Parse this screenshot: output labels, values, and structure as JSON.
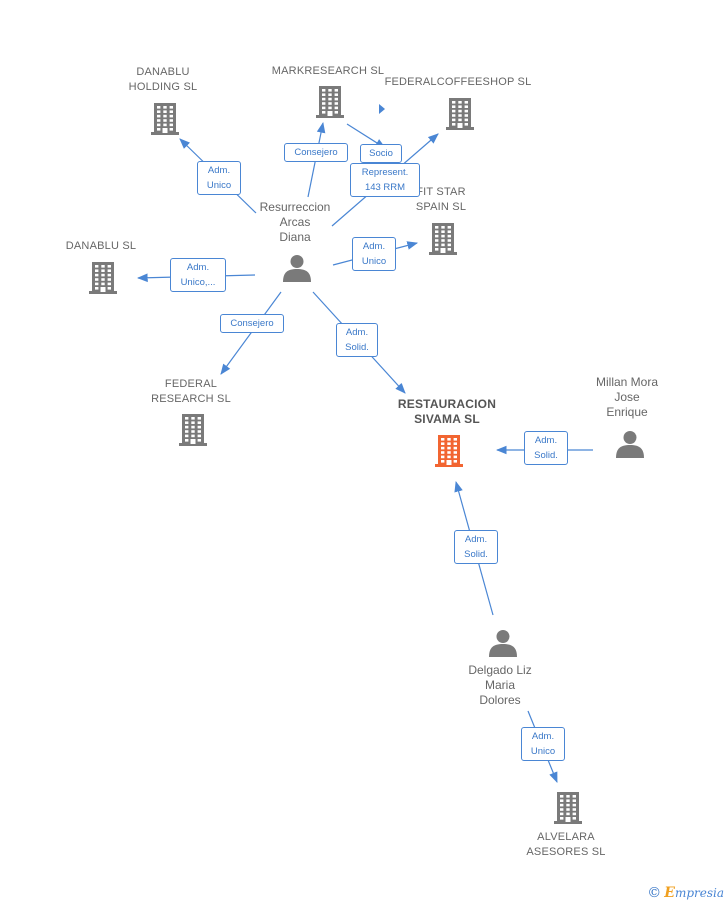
{
  "companies": [
    {
      "id": "danablu_holding",
      "label": "DANABLU\nHOLDING SL",
      "main": false
    },
    {
      "id": "markresearch",
      "label": "MARKRESEARCH SL",
      "main": false
    },
    {
      "id": "federalcoffeeshop",
      "label": "FEDERALCOFFEESHOP SL",
      "main": false
    },
    {
      "id": "fit_star",
      "label": "FIT STAR\nSPAIN SL",
      "main": false
    },
    {
      "id": "danablu",
      "label": "DANABLU SL",
      "main": false
    },
    {
      "id": "federal_research",
      "label": "FEDERAL\nRESEARCH SL",
      "main": false
    },
    {
      "id": "restauracion",
      "label": "RESTAURACION\nSIVAMA SL",
      "main": true
    },
    {
      "id": "alvelara",
      "label": "ALVELARA\nASESORES SL",
      "main": false
    }
  ],
  "persons": [
    {
      "id": "resurreccion",
      "label": "Resurreccion\nArcas\nDiana"
    },
    {
      "id": "millan",
      "label": "Millan Mora\nJose\nEnrique"
    },
    {
      "id": "delgado",
      "label": "Delgado Liz\nMaria\nDolores"
    }
  ],
  "relations": [
    {
      "from": "resurreccion",
      "to": "danablu_holding",
      "label": "Adm.\nUnico"
    },
    {
      "from": "resurreccion",
      "to": "markresearch",
      "label": "Consejero"
    },
    {
      "from": "resurreccion",
      "to": "federalcoffeeshop",
      "label": "Represent.\n143 RRM"
    },
    {
      "from": "markresearch",
      "to": "federalcoffeeshop",
      "label": "Socio"
    },
    {
      "from": "resurreccion",
      "to": "fit_star",
      "label": "Adm.\nUnico"
    },
    {
      "from": "resurreccion",
      "to": "danablu",
      "label": "Adm.\nUnico,..."
    },
    {
      "from": "resurreccion",
      "to": "federal_research",
      "label": "Consejero"
    },
    {
      "from": "resurreccion",
      "to": "restauracion",
      "label": "Adm.\nSolid."
    },
    {
      "from": "millan",
      "to": "restauracion",
      "label": "Adm.\nSolid."
    },
    {
      "from": "delgado",
      "to": "restauracion",
      "label": "Adm.\nSolid."
    },
    {
      "from": "delgado",
      "to": "alvelara",
      "label": "Adm.\nUnico"
    }
  ],
  "colors": {
    "edge": "#4a86d4",
    "company_icon": "#7a7a7a",
    "main_company_icon": "#f26531",
    "person_icon": "#7a7a7a"
  },
  "watermark": {
    "symbol": "©",
    "brand_initial": "E",
    "brand_rest": "mpresia"
  }
}
